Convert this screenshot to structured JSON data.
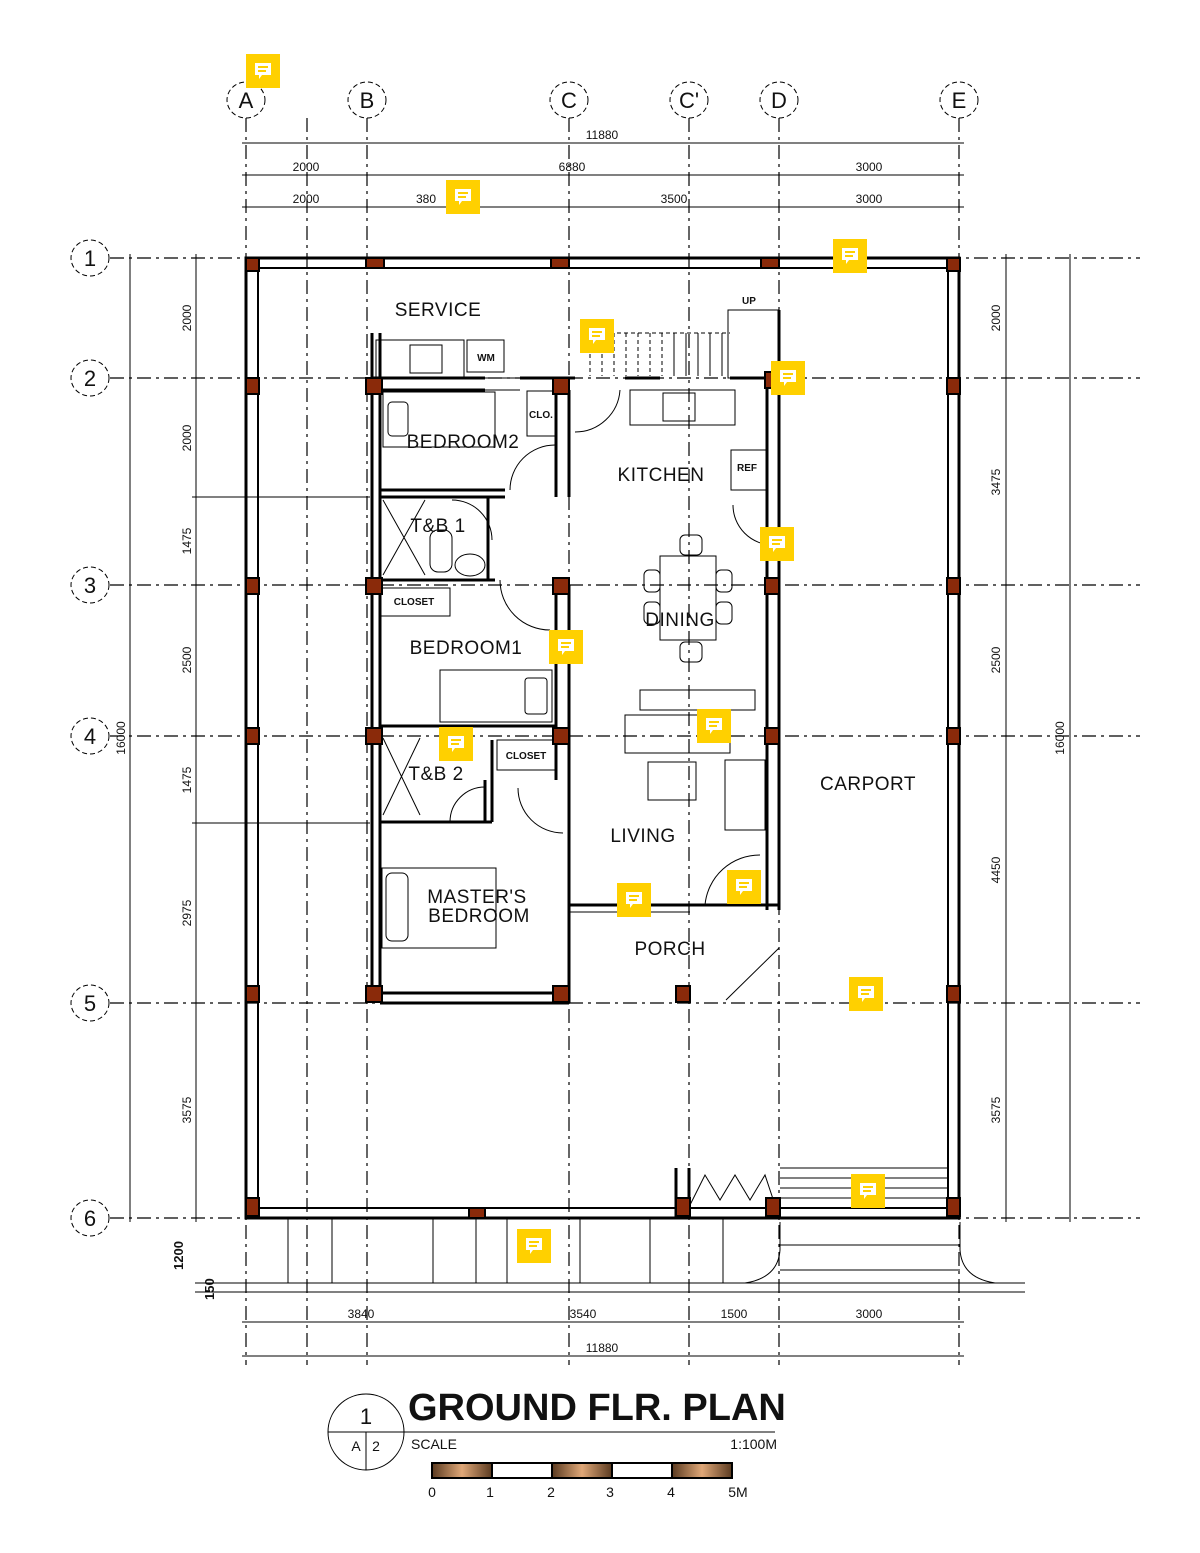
{
  "title": "GROUND FLR. PLAN",
  "title_block": {
    "drawing_no": "1",
    "sheet_letter": "A",
    "sheet_no": "2",
    "scale_label": "SCALE",
    "scale_value": "1:100M",
    "scale_bar_ticks": [
      "0",
      "1",
      "2",
      "3",
      "4",
      "5M"
    ]
  },
  "grid_columns": [
    "A",
    "B",
    "C",
    "C'",
    "D",
    "E"
  ],
  "grid_rows": [
    "1",
    "2",
    "3",
    "4",
    "5",
    "6"
  ],
  "dimensions": {
    "top_total": "11880",
    "top_row2": [
      "2000",
      "6880",
      "3000"
    ],
    "top_row3": [
      "2000",
      "380",
      "3500",
      "3000"
    ],
    "bottom_row1": [
      "3840",
      "3540",
      "1500",
      "3000"
    ],
    "bottom_total": "11880",
    "left": [
      "2000",
      "2000",
      "1475",
      "2500",
      "1475",
      "2975",
      "3575"
    ],
    "left_total": "16000",
    "right": [
      "2000",
      "3475",
      "2500",
      "4450",
      "3575"
    ],
    "right_total": "16000",
    "sidewalk": [
      "1200",
      "150"
    ]
  },
  "rooms": {
    "service": "SERVICE",
    "bedroom2": "BEDROOM2",
    "kitchen": "KITCHEN",
    "tb1": "T&B 1",
    "dining": "DINING",
    "bedroom1": "BEDROOM1",
    "tb2": "T&B 2",
    "living": "LIVING",
    "carport": "CARPORT",
    "master": "MASTER'S\nBEDROOM",
    "master1": "MASTER'S",
    "master2": "BEDROOM",
    "porch": "PORCH"
  },
  "fixtures": {
    "wm": "WM",
    "clo": "CLO.",
    "ref": "REF",
    "closet1": "CLOSET",
    "closet2": "CLOSET",
    "up": "UP"
  },
  "colors": {
    "column": "#8a2a0a",
    "comment_marker": "#ffd000",
    "scale_bar": "#d9a06e"
  },
  "comment_icon": "comment-icon"
}
